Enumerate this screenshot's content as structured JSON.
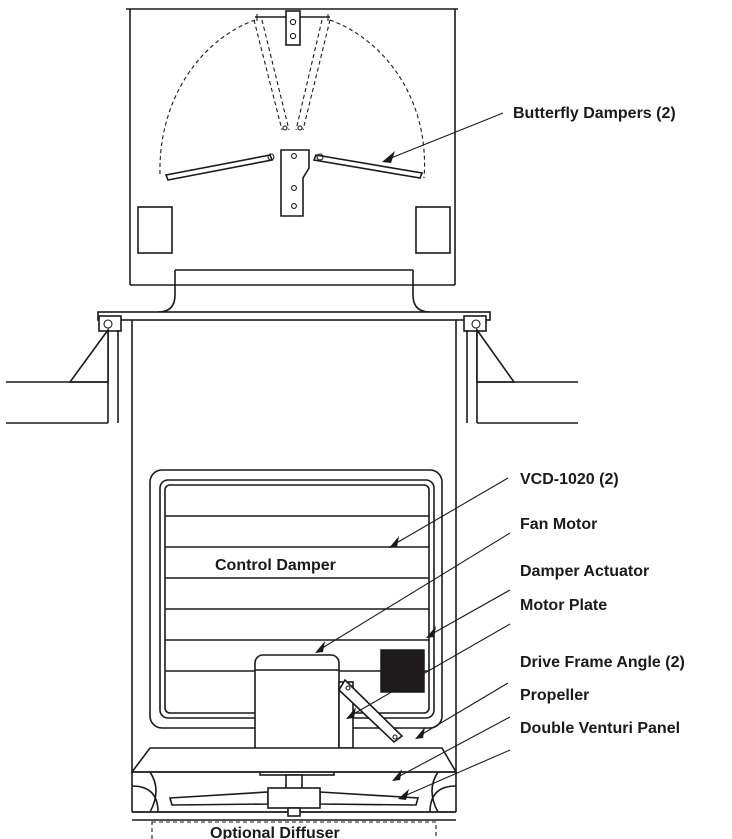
{
  "labels": {
    "butterfly_dampers": "Butterfly Dampers (2)",
    "vcd": "VCD-1020 (2)",
    "fan_motor": "Fan Motor",
    "damper_actuator": "Damper Actuator",
    "motor_plate": "Motor Plate",
    "drive_frame_angle": "Drive Frame Angle (2)",
    "propeller": "Propeller",
    "double_venturi_panel": "Double Venturi Panel",
    "control_damper": "Control Damper",
    "optional_diffuser": "Optional Diffuser"
  },
  "colors": {
    "line": "#1a1a1a",
    "actuator_fill": "#1f1a1c",
    "background": "#ffffff"
  }
}
